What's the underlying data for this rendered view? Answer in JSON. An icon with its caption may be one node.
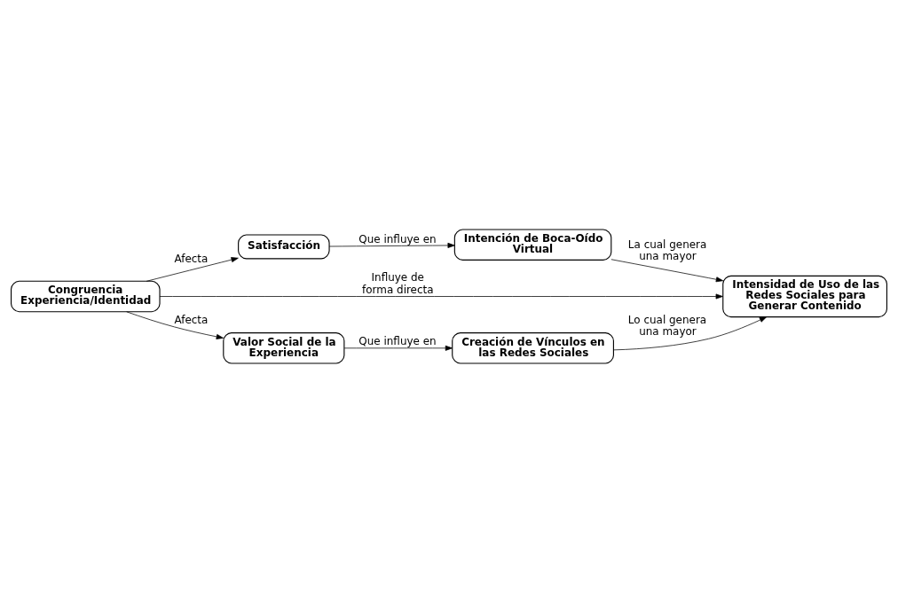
{
  "diagram": {
    "nodes": [
      {
        "text": [
          "Satisfacción"
        ]
      },
      {
        "text": [
          "Intención de Boca-Oído Virtual"
        ]
      },
      {
        "text": [
          "Congruencia Experiencia/Identidad"
        ]
      },
      {
        "text": [
          "Intensidad de Uso de las Redes Sociales para Generar Contenido"
        ]
      },
      {
        "text": [
          "Valor Social de la Experiencia"
        ]
      },
      {
        "text": [
          "Creación de Vínculos en las Redes Sociales"
        ]
      }
    ],
    "edges": [
      {
        "from": 2,
        "to": 0,
        "arrow": "to",
        "label": "Afecta"
      },
      {
        "from": 0,
        "to": 1,
        "arrow": "to",
        "label": "Que influye en"
      },
      {
        "from": 1,
        "to": 3,
        "arrow": "to",
        "label": "La cual genera una mayor"
      },
      {
        "from": 2,
        "to": 3,
        "arrow": "to",
        "label": "Influye de forma directa"
      },
      {
        "from": 2,
        "to": 4,
        "arrow": "to",
        "label": "Afecta"
      },
      {
        "from": 4,
        "to": 5,
        "arrow": "to",
        "label": "Que influye en"
      },
      {
        "from": 5,
        "to": 3,
        "arrow": "to",
        "label": "Lo cual genera una mayor"
      }
    ]
  }
}
